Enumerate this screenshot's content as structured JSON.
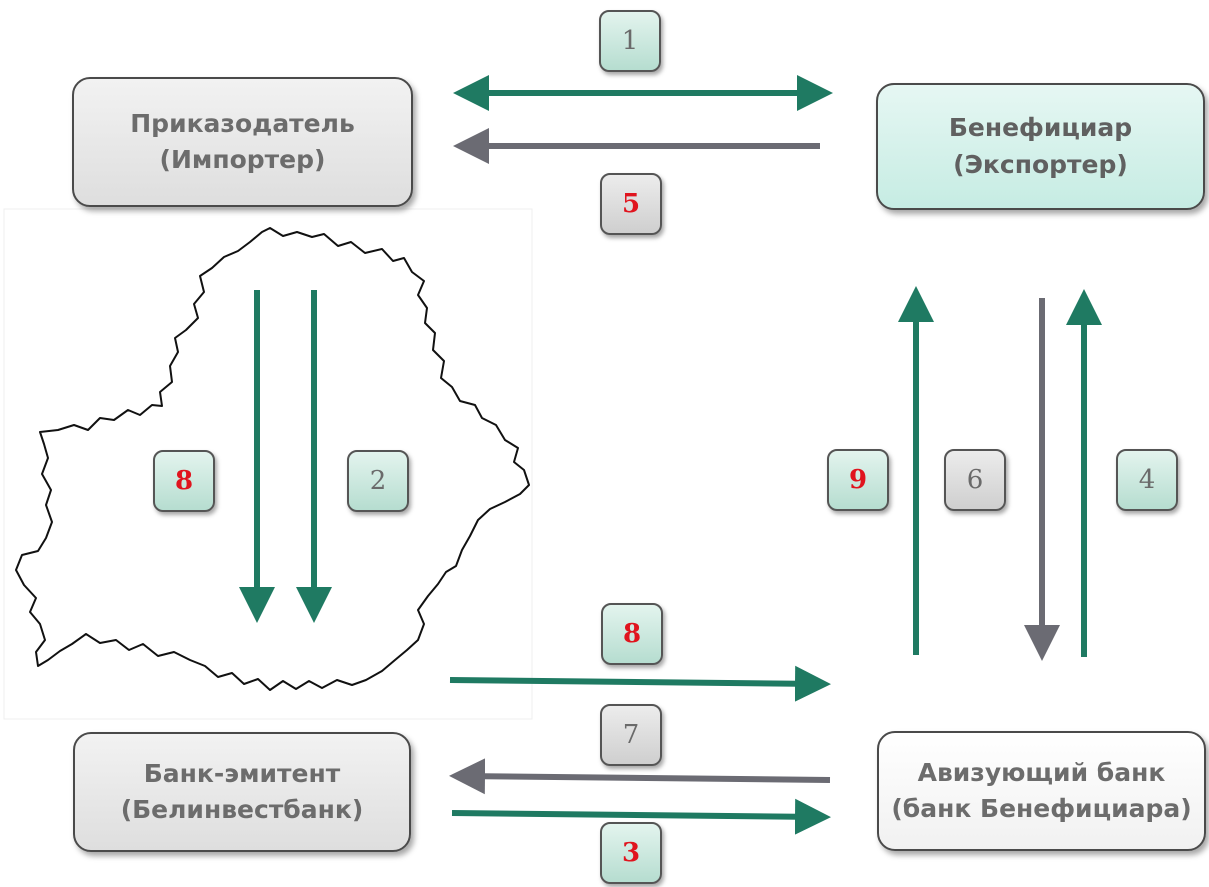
{
  "nodes": {
    "applicant": {
      "line1": "Приказодатель",
      "line2": "(Импортер)"
    },
    "beneficiary": {
      "line1": "Бенефициар",
      "line2": "(Экспортер)"
    },
    "issuing_bank": {
      "line1": "Банк-эмитент",
      "line2": "(Белинвестбанк)"
    },
    "advising_bank": {
      "line1": "Авизующий банк",
      "line2": "(банк Бенефициара)"
    }
  },
  "steps": {
    "s1": "1",
    "s2": "2",
    "s3": "3",
    "s4": "4",
    "s5": "5",
    "s6": "6",
    "s7": "7",
    "s8_left": "8",
    "s8_bottom": "8",
    "s9": "9"
  },
  "colors": {
    "green_arrow": "#1f7a62",
    "gray_arrow": "#6b6b73",
    "red_number": "#e0141e",
    "mint_fill": "#c6ece3",
    "gray_fill": "#e4e4e4"
  }
}
